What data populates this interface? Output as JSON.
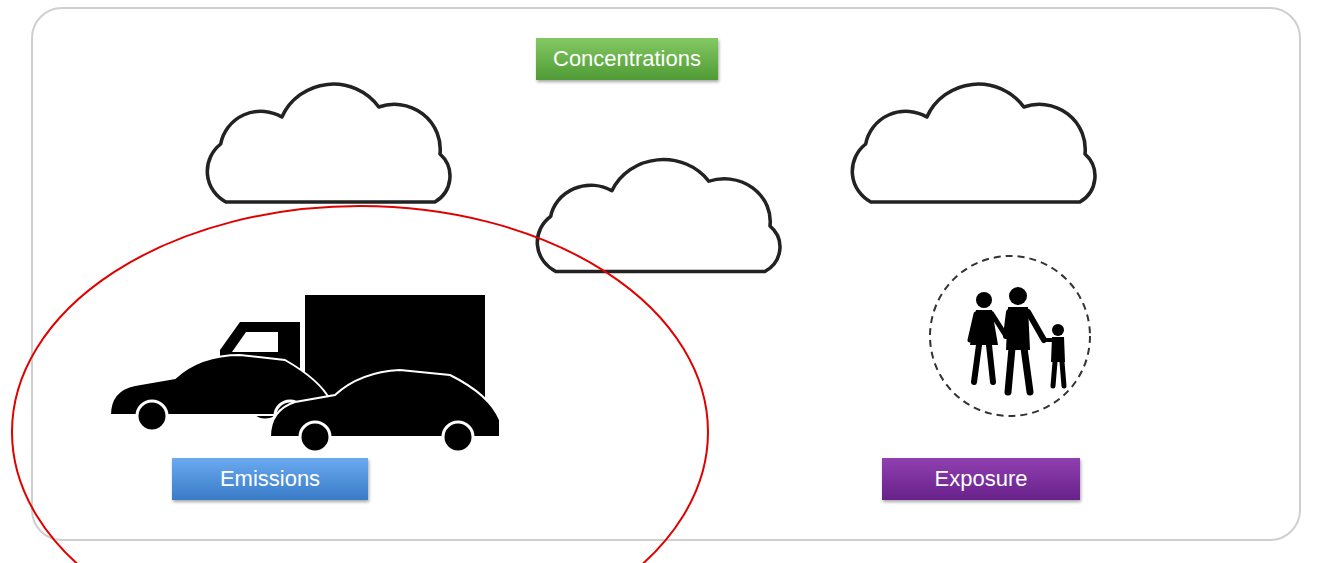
{
  "diagram": {
    "nodes": [
      {
        "text": [
          "Concentrations"
        ]
      },
      {
        "text": [
          "Emissions"
        ]
      },
      {
        "text": [
          "Exposure"
        ]
      }
    ]
  }
}
